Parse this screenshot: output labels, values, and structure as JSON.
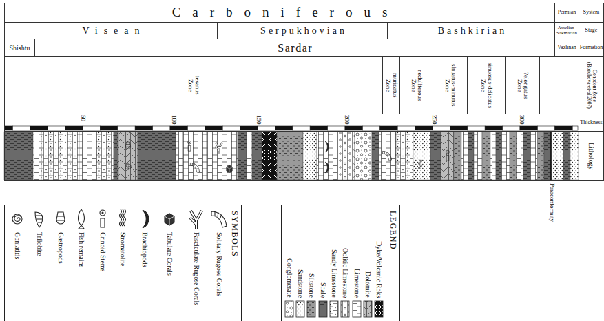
{
  "diagram": {
    "nodes": [
      {
        "text": [
          "Carboniferous"
        ]
      },
      {
        "text": [
          "Permian"
        ]
      },
      {
        "text": [
          "System"
        ]
      },
      {
        "text": [
          "Visean"
        ]
      },
      {
        "text": [
          "Serpukhovian"
        ]
      },
      {
        "text": [
          "Bashkirian"
        ]
      },
      {
        "text": [
          "Asselian-Sakmarian"
        ]
      },
      {
        "text": [
          "Stage"
        ]
      },
      {
        "text": [
          "Shishtu"
        ]
      },
      {
        "text": [
          "Sardar"
        ]
      },
      {
        "text": [
          "Vazhnan"
        ]
      },
      {
        "text": [
          "Formation"
        ]
      },
      {
        "text": [
          "texanus Zone"
        ]
      },
      {
        "text": [
          "muricatus Zone"
        ]
      },
      {
        "text": [
          "noduliferous Zone"
        ]
      },
      {
        "text": [
          "sinuatus-minutus Zone"
        ]
      },
      {
        "text": [
          "sinuosus-delicatus Zone"
        ]
      },
      {
        "text": [
          "?elongatus Zone"
        ]
      },
      {
        "text": [
          "Conodont Zone (Boncheva-et-al.2007)"
        ]
      },
      {
        "text": [
          "Thickness"
        ]
      },
      {
        "text": [
          "Lithology"
        ]
      },
      {
        "text": [
          "SYMBOLS"
        ]
      },
      {
        "text": [
          "LEGEND"
        ]
      }
    ],
    "labels": [
      "50",
      "100",
      "150",
      "200",
      "250",
      "300",
      "Paraconformity"
    ],
    "legend": [
      {
        "text": "Solitary Rugose Corals"
      },
      {
        "text": "Fasciculate Rugose Corals"
      },
      {
        "text": "Tabulate Corals"
      },
      {
        "text": "Brachiopods"
      },
      {
        "text": "Stromatolite"
      },
      {
        "text": "Crinoid Stems"
      },
      {
        "text": "Fish remains"
      },
      {
        "text": "Gastropods"
      },
      {
        "text": "Trilobite"
      },
      {
        "text": "Goniatitis"
      },
      {
        "text": "Dyke/Volcanic Roks"
      },
      {
        "text": "Dolomite"
      },
      {
        "text": "Limestone"
      },
      {
        "text": "Oolitic Limestone"
      },
      {
        "text": "Sandy Limestone"
      },
      {
        "text": "Shale"
      },
      {
        "text": "Siltstone"
      },
      {
        "text": "Sandstone"
      },
      {
        "text": "Conglomerate"
      }
    ]
  }
}
